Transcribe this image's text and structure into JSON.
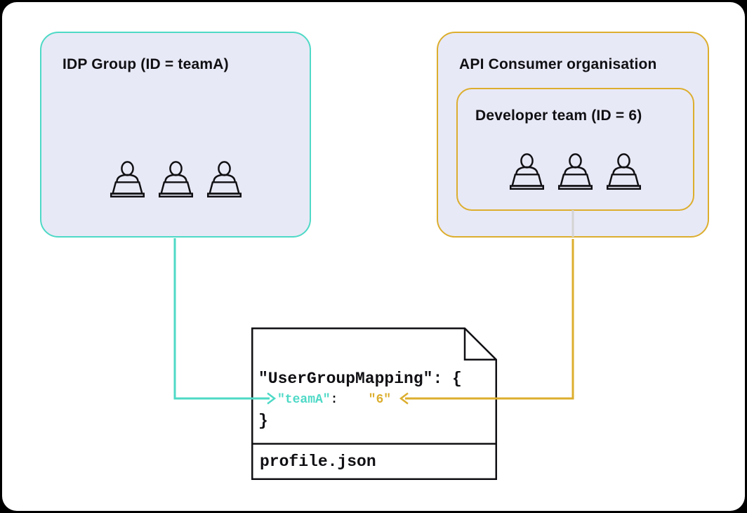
{
  "idp_group": {
    "title": "IDP Group (ID = teamA)",
    "member_count": 3
  },
  "api_consumer_org": {
    "title": "API Consumer organisation",
    "developer_team": {
      "title": "Developer team (ID = 6)",
      "member_count": 3
    }
  },
  "profile_file": {
    "filename": "profile.json",
    "code_line_open": "\"UserGroupMapping\": {",
    "code_key": "\"teamA\"",
    "code_sep": ":    ",
    "code_value": "\"6\"",
    "code_line_close": "}"
  },
  "colors": {
    "teal": "#4ed9c6",
    "gold": "#dcae2e",
    "lavender": "#e8e9f6",
    "connector_gray": "#d4d4d4",
    "ink": "#101014",
    "paper": "#ffffff"
  }
}
